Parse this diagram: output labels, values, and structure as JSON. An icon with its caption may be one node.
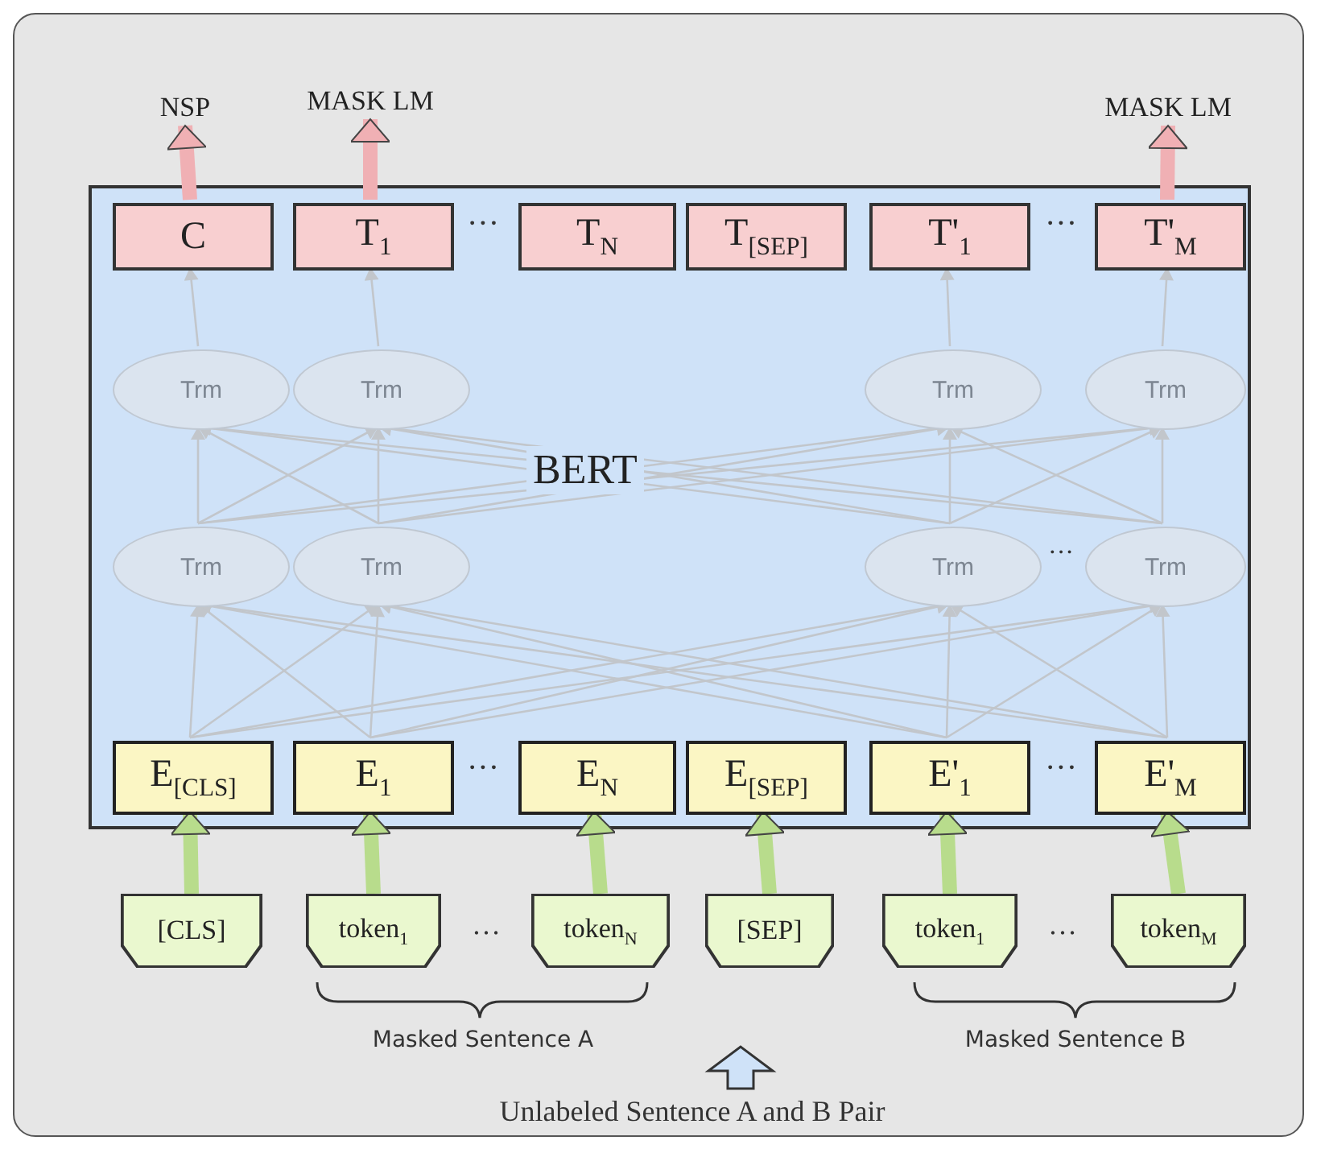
{
  "diagram": {
    "nodes": [
      {
        "text": [
          "BERT"
        ]
      },
      {
        "text": [
          "C"
        ],
        "in": 0
      },
      {
        "text": [
          "T$_{1}$"
        ],
        "in": 0
      },
      {
        "text": [
          "T$_{N}$"
        ],
        "in": 0
      },
      {
        "text": [
          "T$_{[SEP]}$"
        ],
        "in": 0
      },
      {
        "text": [
          "T'$_{1}$"
        ],
        "in": 0
      },
      {
        "text": [
          "T'$_{M}$"
        ],
        "in": 0
      },
      {
        "text": [
          "Trm"
        ],
        "in": 0
      },
      {
        "text": [
          "Trm"
        ],
        "in": 0
      },
      {
        "text": [
          "Trm"
        ],
        "in": 0
      },
      {
        "text": [
          "Trm"
        ],
        "in": 0
      },
      {
        "text": [
          "Trm"
        ],
        "in": 0
      },
      {
        "text": [
          "Trm"
        ],
        "in": 0
      },
      {
        "text": [
          "Trm"
        ],
        "in": 0
      },
      {
        "text": [
          "Trm"
        ],
        "in": 0
      },
      {
        "text": [
          "E$_{[CLS]}$"
        ],
        "in": 0
      },
      {
        "text": [
          "E$_{1}$"
        ],
        "in": 0
      },
      {
        "text": [
          "E$_{N}$"
        ],
        "in": 0
      },
      {
        "text": [
          "E$_{[SEP]}$"
        ],
        "in": 0
      },
      {
        "text": [
          "E'$_{1}$"
        ],
        "in": 0
      },
      {
        "text": [
          "E'$_{M}$"
        ],
        "in": 0
      },
      {
        "text": [
          "[CLS]"
        ]
      },
      {
        "text": [
          "token$_{1}$"
        ]
      },
      {
        "text": [
          "token$_{N}$"
        ]
      },
      {
        "text": [
          "[SEP]"
        ]
      },
      {
        "text": [
          "token$_{1}$"
        ]
      },
      {
        "text": [
          "token$_{M}$"
        ]
      },
      {
        "text": [
          "NSP"
        ]
      },
      {
        "text": [
          "MASK LM"
        ]
      },
      {
        "text": [
          "MASK LM"
        ]
      }
    ],
    "edges": [
      {
        "from": 21,
        "to": 15,
        "arrow": "to",
        "style": "thick",
        "color": "#b8dc8c"
      },
      {
        "from": 22,
        "to": 16,
        "arrow": "to",
        "style": "thick",
        "color": "#b8dc8c"
      },
      {
        "from": 23,
        "to": 17,
        "arrow": "to",
        "style": "thick",
        "color": "#b8dc8c"
      },
      {
        "from": 24,
        "to": 18,
        "arrow": "to",
        "style": "thick",
        "color": "#b8dc8c"
      },
      {
        "from": 25,
        "to": 19,
        "arrow": "to",
        "style": "thick",
        "color": "#b8dc8c"
      },
      {
        "from": 26,
        "to": 20,
        "arrow": "to",
        "style": "thick",
        "color": "#b8dc8c"
      },
      {
        "from": 15,
        "to": 11,
        "arrow": "to"
      },
      {
        "from": 15,
        "to": 12,
        "arrow": "to"
      },
      {
        "from": 15,
        "to": 13,
        "arrow": "to"
      },
      {
        "from": 15,
        "to": 14,
        "arrow": "to"
      },
      {
        "from": 16,
        "to": 11,
        "arrow": "to"
      },
      {
        "from": 16,
        "to": 12,
        "arrow": "to"
      },
      {
        "from": 16,
        "to": 13,
        "arrow": "to"
      },
      {
        "from": 16,
        "to": 14,
        "arrow": "to"
      },
      {
        "from": 19,
        "to": 11,
        "arrow": "to"
      },
      {
        "from": 19,
        "to": 12,
        "arrow": "to"
      },
      {
        "from": 19,
        "to": 13,
        "arrow": "to"
      },
      {
        "from": 19,
        "to": 14,
        "arrow": "to"
      },
      {
        "from": 20,
        "to": 11,
        "arrow": "to"
      },
      {
        "from": 20,
        "to": 12,
        "arrow": "to"
      },
      {
        "from": 20,
        "to": 13,
        "arrow": "to"
      },
      {
        "from": 20,
        "to": 14,
        "arrow": "to"
      },
      {
        "from": 11,
        "to": 7,
        "arrow": "to"
      },
      {
        "from": 11,
        "to": 8,
        "arrow": "to"
      },
      {
        "from": 11,
        "to": 9,
        "arrow": "to"
      },
      {
        "from": 11,
        "to": 10,
        "arrow": "to"
      },
      {
        "from": 12,
        "to": 7,
        "arrow": "to"
      },
      {
        "from": 12,
        "to": 8,
        "arrow": "to"
      },
      {
        "from": 12,
        "to": 9,
        "arrow": "to"
      },
      {
        "from": 12,
        "to": 10,
        "arrow": "to"
      },
      {
        "from": 13,
        "to": 7,
        "arrow": "to"
      },
      {
        "from": 13,
        "to": 8,
        "arrow": "to"
      },
      {
        "from": 13,
        "to": 9,
        "arrow": "to"
      },
      {
        "from": 13,
        "to": 10,
        "arrow": "to"
      },
      {
        "from": 14,
        "to": 7,
        "arrow": "to"
      },
      {
        "from": 14,
        "to": 8,
        "arrow": "to"
      },
      {
        "from": 14,
        "to": 9,
        "arrow": "to"
      },
      {
        "from": 14,
        "to": 10,
        "arrow": "to"
      },
      {
        "from": 7,
        "to": 1,
        "arrow": "to"
      },
      {
        "from": 8,
        "to": 2,
        "arrow": "to"
      },
      {
        "from": 9,
        "to": 5,
        "arrow": "to"
      },
      {
        "from": 10,
        "to": 6,
        "arrow": "to"
      },
      {
        "from": 1,
        "to": 27,
        "arrow": "to",
        "style": "thick",
        "color": "#f0b0b4"
      },
      {
        "from": 2,
        "to": 28,
        "arrow": "to",
        "style": "thick",
        "color": "#f0b0b4"
      },
      {
        "from": 6,
        "to": 29,
        "arrow": "to",
        "style": "thick",
        "color": "#f0b0b4"
      }
    ],
    "labels": [
      "···",
      "···",
      "···",
      "···",
      "···",
      "…",
      "…",
      "Masked Sentence A",
      "Masked Sentence B",
      "Unlabeled Sentence A and B Pair"
    ]
  }
}
